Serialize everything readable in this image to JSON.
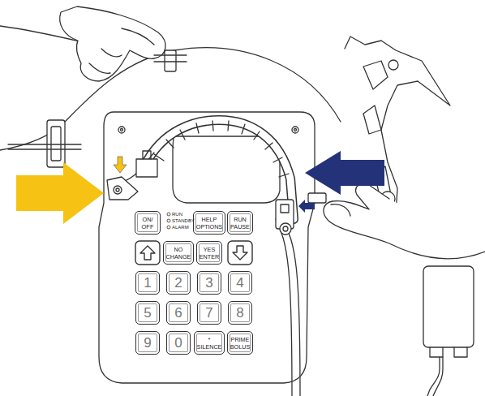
{
  "diagram": {
    "nodes": [
      {
        "text": [
          "ON/ OFF"
        ]
      },
      {
        "text": [
          "HELP OPTIONS"
        ]
      },
      {
        "text": [
          "RUN PAUSE"
        ]
      },
      {
        "text": [
          "NO CHANGE"
        ]
      },
      {
        "text": [
          "YES ENTER"
        ]
      },
      {
        "text": [
          "1"
        ]
      },
      {
        "text": [
          "2"
        ]
      },
      {
        "text": [
          "3"
        ]
      },
      {
        "text": [
          "4"
        ]
      },
      {
        "text": [
          "5"
        ]
      },
      {
        "text": [
          "6"
        ]
      },
      {
        "text": [
          "7"
        ]
      },
      {
        "text": [
          "8"
        ]
      },
      {
        "text": [
          "9"
        ]
      },
      {
        "text": [
          "0"
        ]
      },
      {
        "text": [
          "* SILENCE"
        ]
      },
      {
        "text": [
          "PRIME BOLUS"
        ]
      }
    ],
    "labels": [
      "RUN",
      "STANDBY",
      "ALARM"
    ]
  }
}
